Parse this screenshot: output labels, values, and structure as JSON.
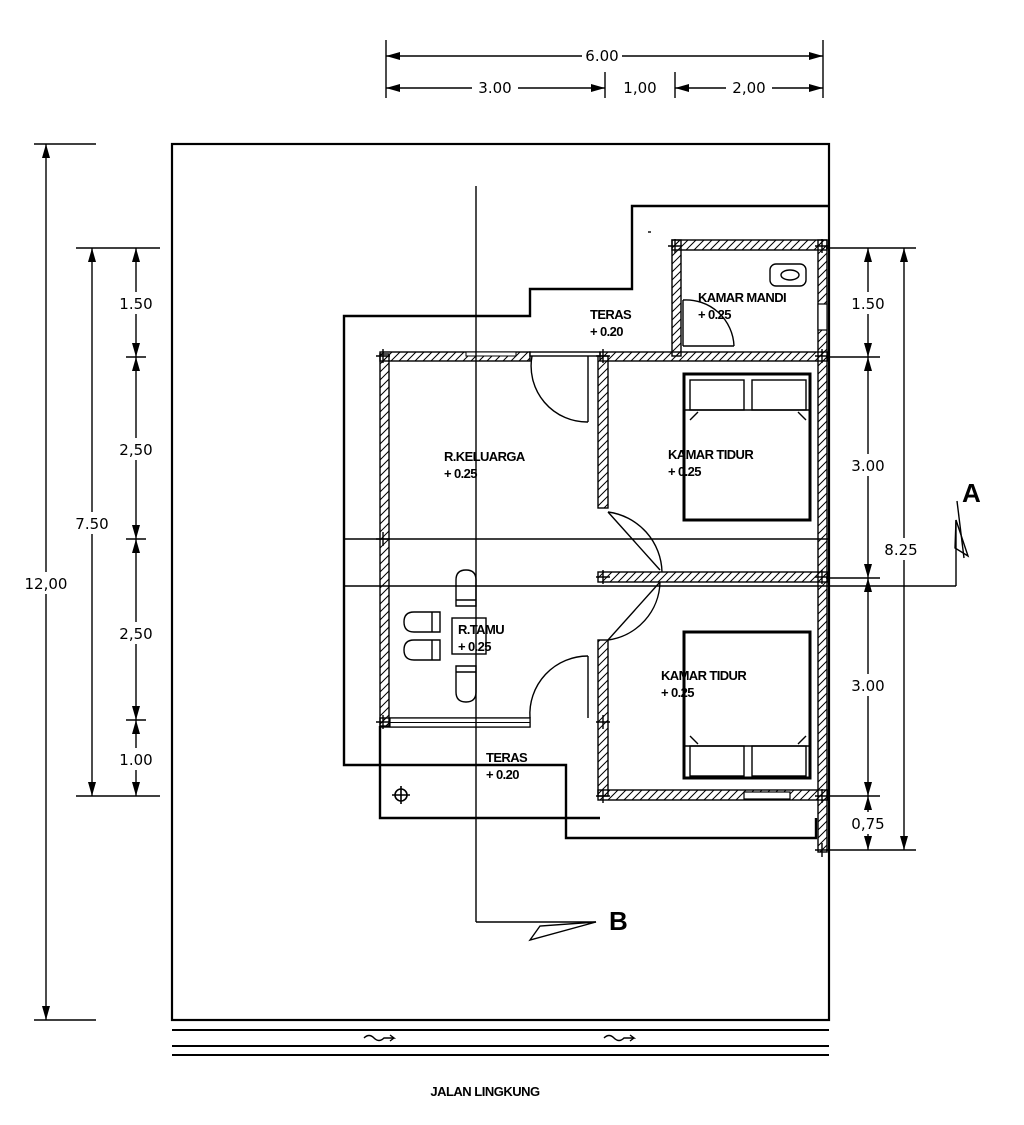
{
  "dimensions": {
    "top_total": "6.00",
    "top_left": "3.00",
    "top_mid": "1,00",
    "top_right": "2,00",
    "left_total": "12,00",
    "left_sub_total": "7.50",
    "left_seg1": "1.50",
    "left_seg2": "2,50",
    "left_seg3": "2,50",
    "left_seg4": "1.00",
    "right_total": "8.25",
    "right_seg1": "1.50",
    "right_seg2": "3.00",
    "right_seg3": "3.00",
    "right_seg4": "0,75"
  },
  "rooms": {
    "teras_back": {
      "name": "TERAS",
      "level": "+ 0.20"
    },
    "kamar_mandi": {
      "name": "KAMAR MANDI",
      "level": "+ 0.25"
    },
    "keluarga": {
      "name": "R.KELUARGA",
      "level": "+ 0.25"
    },
    "kamar_tidur_1": {
      "name": "KAMAR TIDUR",
      "level": "+ 0.25"
    },
    "tamu": {
      "name": "R.TAMU",
      "level": "+ 0.25"
    },
    "kamar_tidur_2": {
      "name": "KAMAR TIDUR",
      "level": "+ 0.25"
    },
    "teras_front": {
      "name": "TERAS",
      "level": "+ 0.20"
    }
  },
  "section_markers": {
    "a": "A",
    "b": "B"
  },
  "road_label": "JALAN LINGKUNG"
}
